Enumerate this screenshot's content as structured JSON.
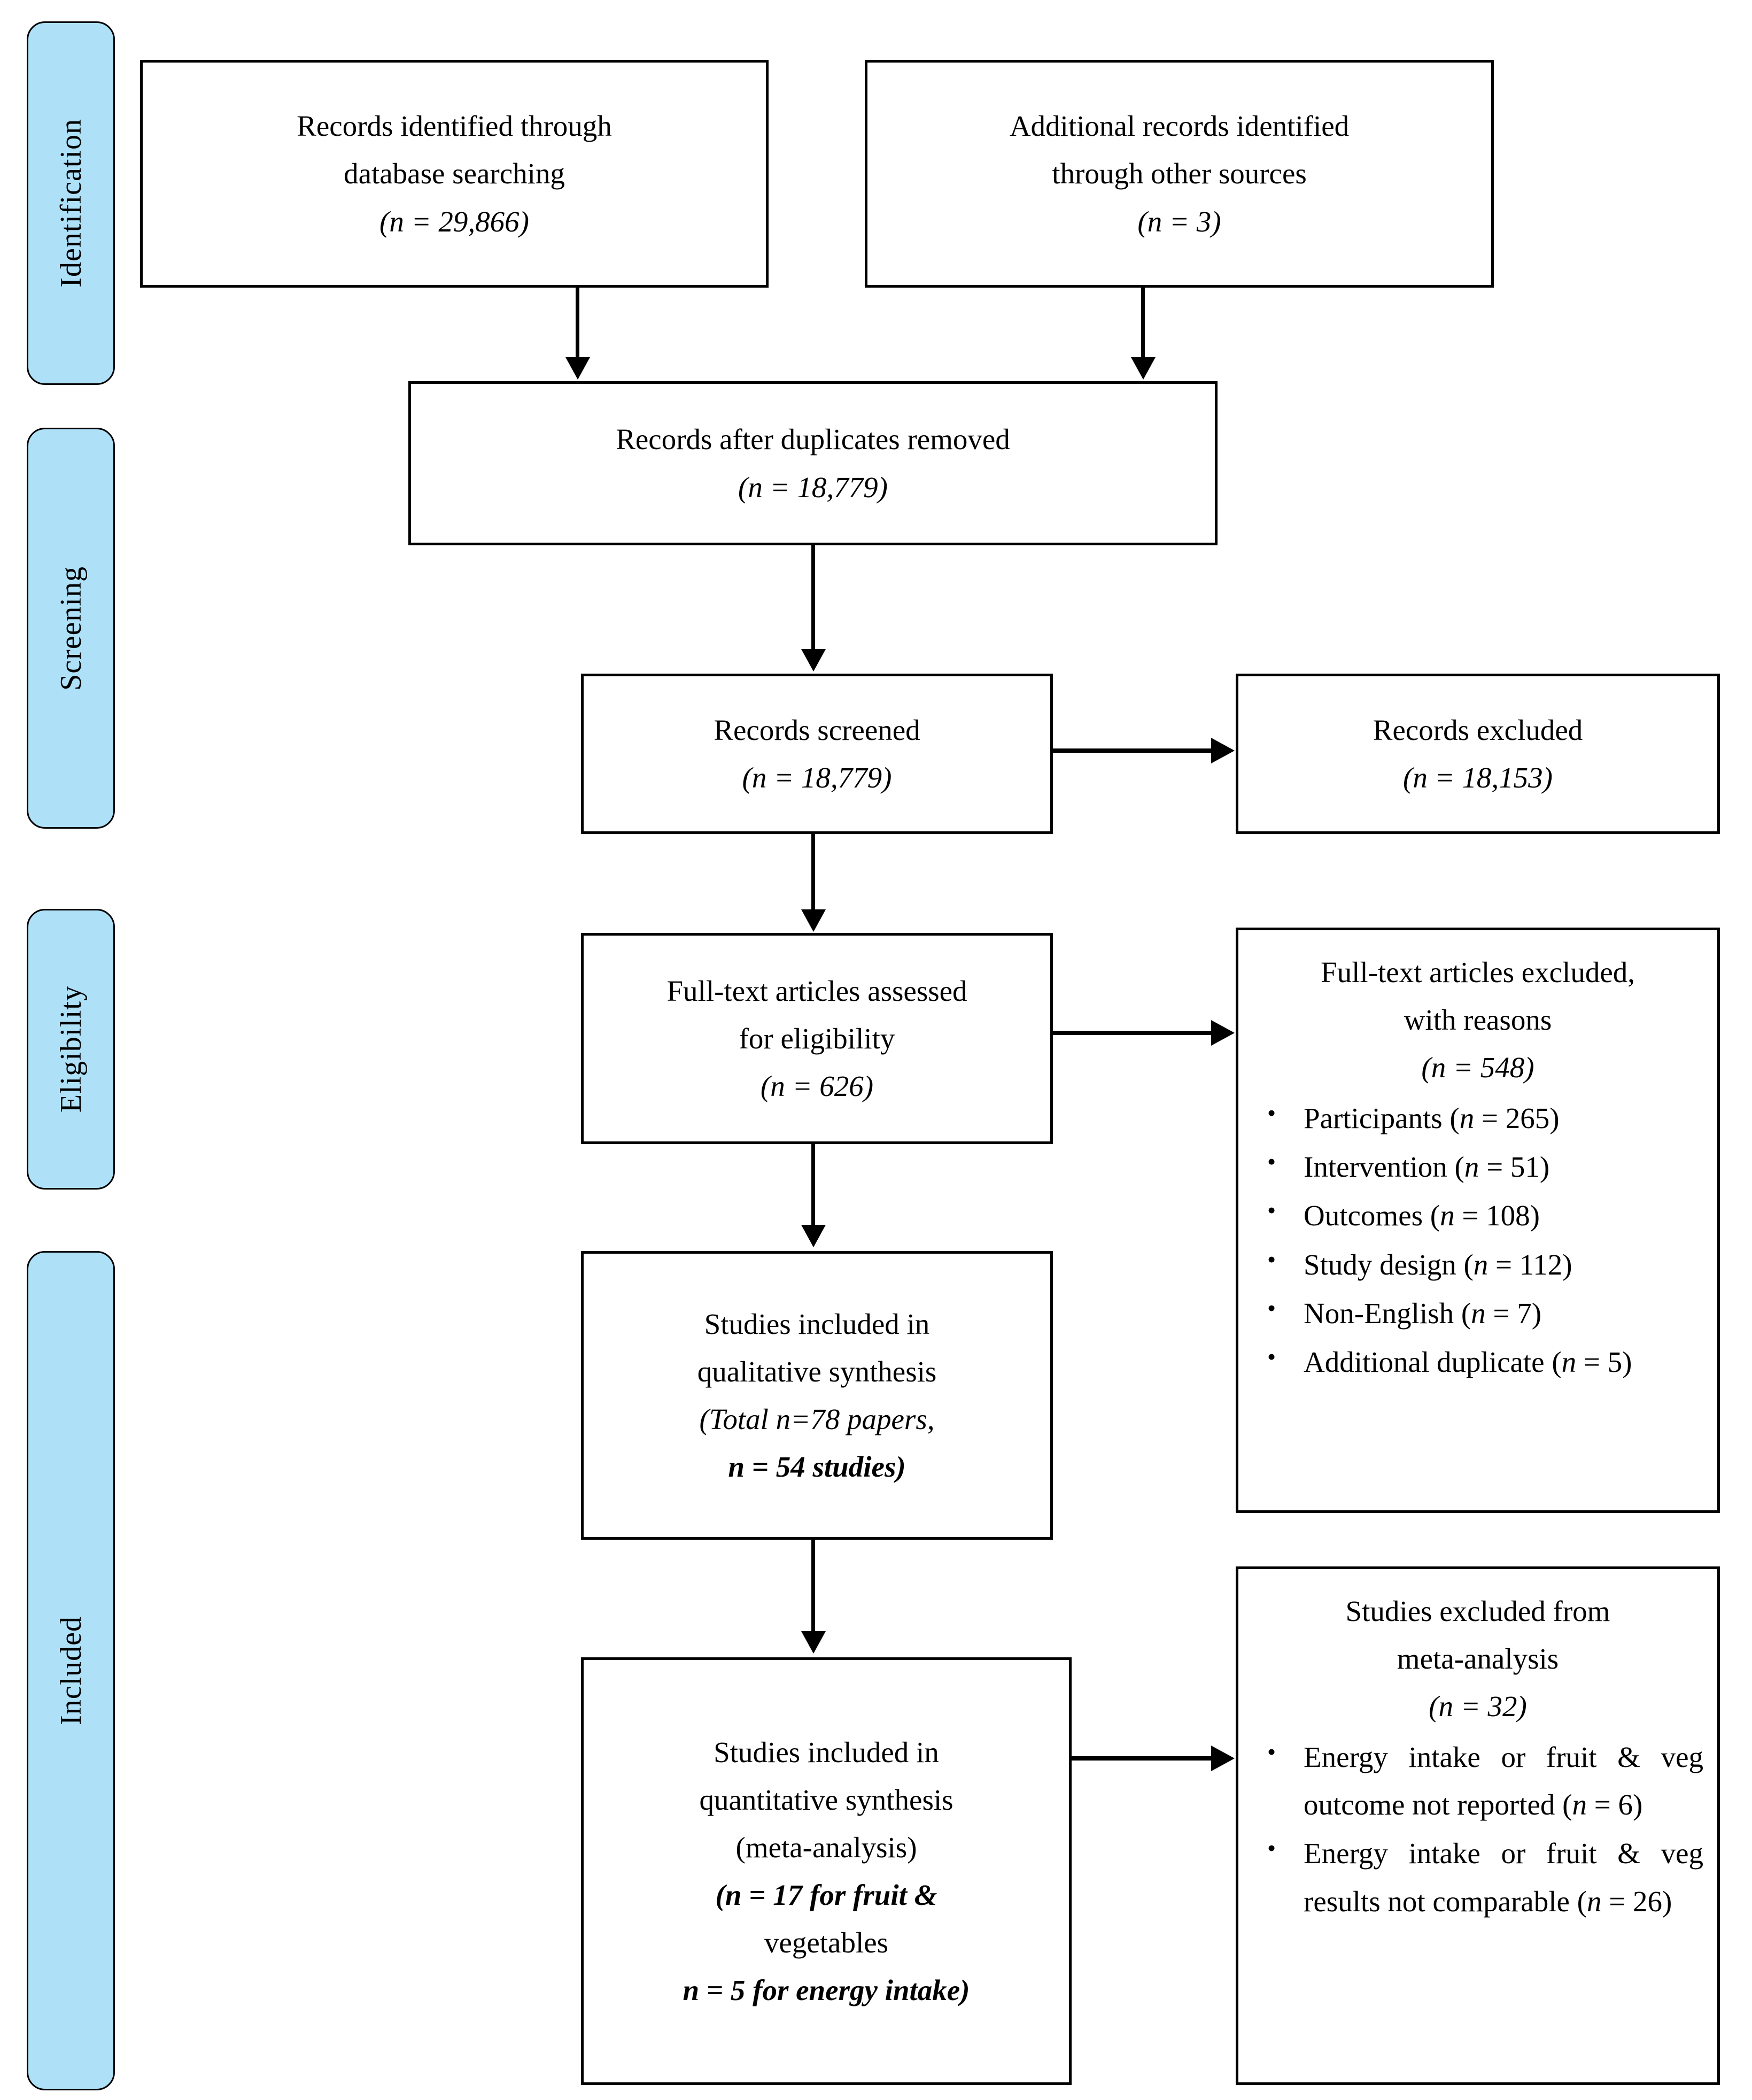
{
  "diagram": {
    "title": "PRISMA flow diagram",
    "accent_color": "#AEE0F8",
    "line_color": "#000000"
  },
  "phases": [
    {
      "id": "identification",
      "label": "Identification"
    },
    {
      "id": "screening",
      "label": "Screening"
    },
    {
      "id": "eligibility",
      "label": "Eligibility"
    },
    {
      "id": "included",
      "label": "Included"
    }
  ],
  "boxes": {
    "database_search": {
      "line1": "Records identified through",
      "line2": "database searching",
      "count": "(n = 29,866)"
    },
    "other_sources": {
      "line1": "Additional records identified",
      "line2": "through other sources",
      "count": "(n = 3)"
    },
    "duplicates_removed": {
      "line1": "Records after duplicates removed",
      "count": "(n = 18,779)"
    },
    "records_screened": {
      "line1": "Records screened",
      "count": "(n = 18,779)"
    },
    "records_excluded": {
      "line1": "Records excluded",
      "count": "(n = 18,153)"
    },
    "fulltext_assessed": {
      "line1": "Full-text articles assessed",
      "line2": "for eligibility",
      "count": "(n = 626)"
    },
    "fulltext_excluded": {
      "line1": "Full-text articles excluded,",
      "line2": "with reasons",
      "count": "(n = 548)",
      "reasons": [
        "Participants (n = 265)",
        "Intervention (n = 51)",
        "Outcomes (n = 108)",
        "Study design (n = 112)",
        "Non-English (n = 7)",
        "Additional duplicate (n = 5)"
      ]
    },
    "qualitative_synthesis": {
      "line1": "Studies included in",
      "line2": "qualitative synthesis",
      "line3": "(Total n=78 papers,",
      "line4": "n = 54 studies)"
    },
    "quantitative_synthesis": {
      "line1": "Studies included in",
      "line2": "quantitative synthesis",
      "line3": "(meta-analysis)",
      "line4": "(n = 17 for fruit &",
      "line5": "vegetables",
      "line6": "n = 5 for energy intake)"
    },
    "excluded_from_meta": {
      "line1": "Studies excluded from",
      "line2": "meta-analysis",
      "count": "(n = 32)",
      "reasons": [
        "Energy intake or fruit & veg outcome not reported (n = 6)",
        "Energy intake or fruit & veg results not comparable (n = 26)"
      ]
    }
  }
}
